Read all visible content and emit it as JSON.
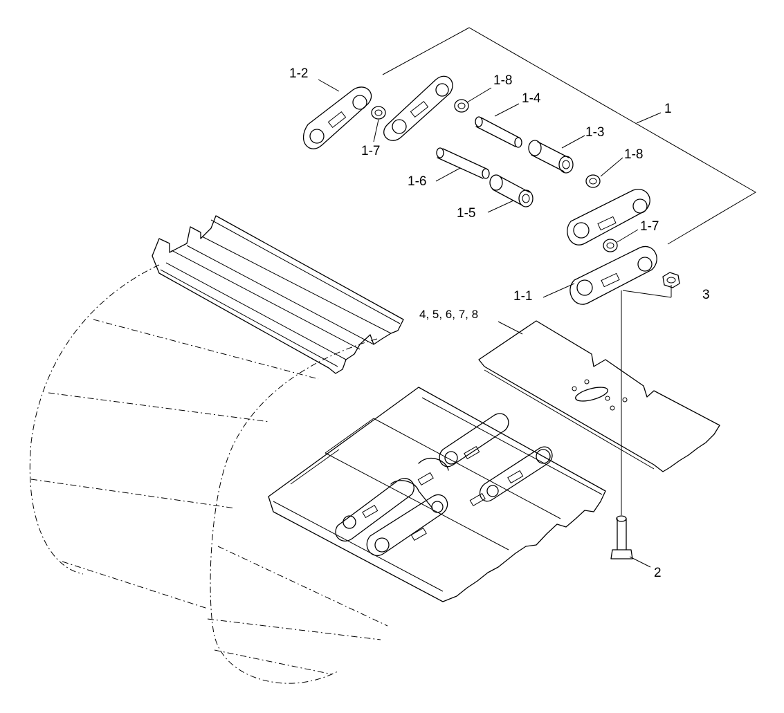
{
  "callouts": {
    "c1": "1",
    "c1_1": "1-1",
    "c1_2": "1-2",
    "c1_3": "1-3",
    "c1_4": "1-4",
    "c1_5": "1-5",
    "c1_6": "1-6",
    "c1_7a": "1-7",
    "c1_7b": "1-7",
    "c1_8a": "1-8",
    "c1_8b": "1-8",
    "c2": "2",
    "c3": "3",
    "c4_8": "4, 5, 6, 7, 8"
  }
}
